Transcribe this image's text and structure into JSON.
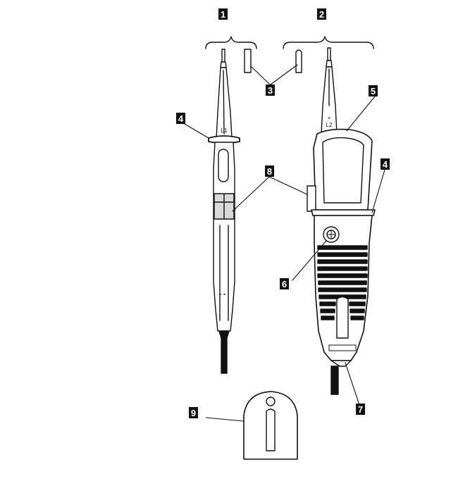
{
  "callouts": [
    "1",
    "2",
    "3",
    "4",
    "4",
    "5",
    "6",
    "7",
    "8",
    "9"
  ],
  "probe_markings": {
    "l1": "L1",
    "plus": "+",
    "l2": "L2"
  },
  "colors": {
    "ink": "#111111",
    "background": "#ffffff",
    "shade": "#d9d9d9"
  }
}
